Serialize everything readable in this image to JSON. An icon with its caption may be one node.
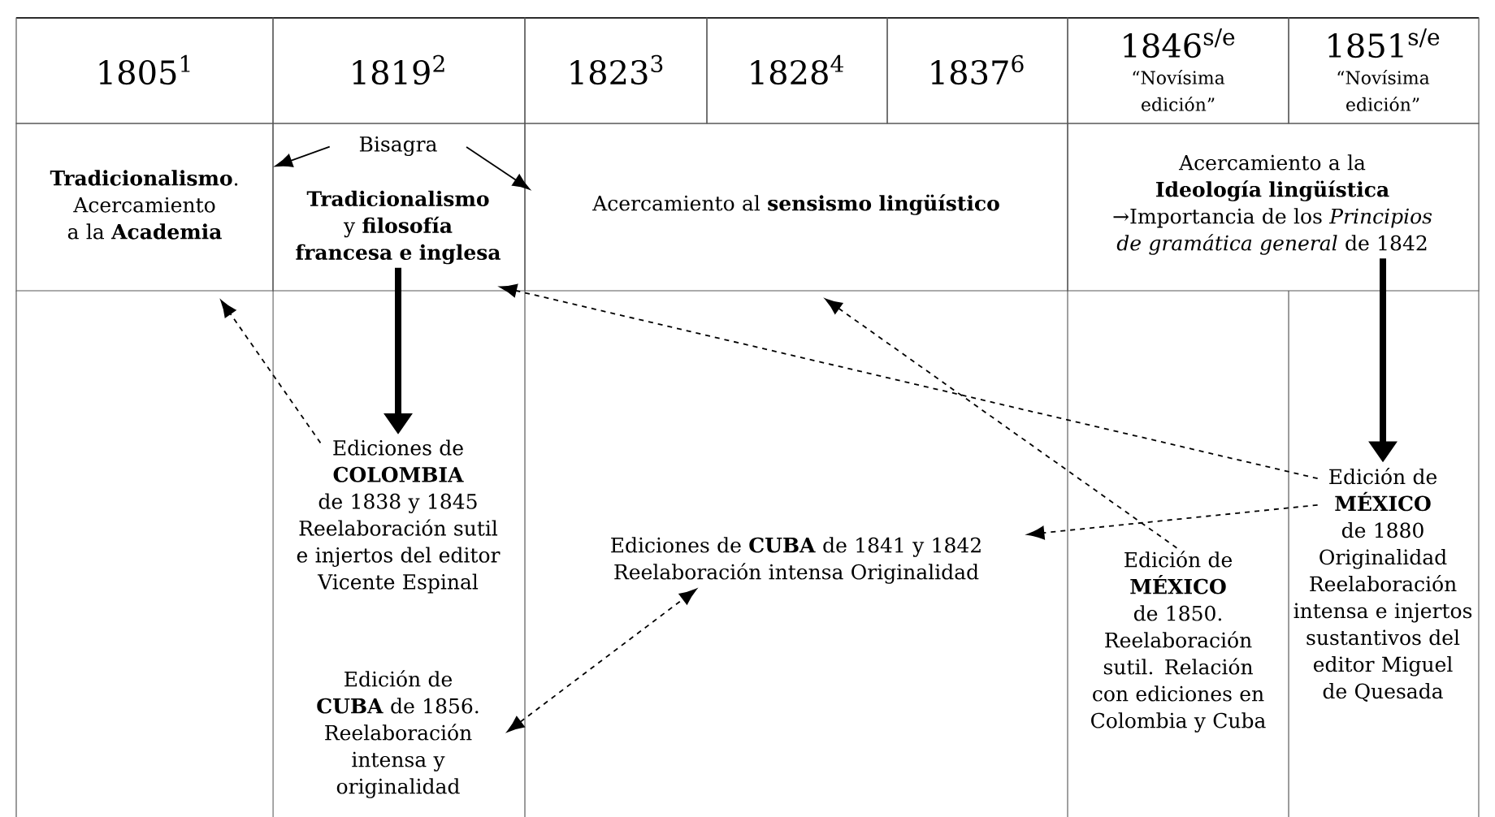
{
  "diagram": {
    "nodes": [
      {
        "text": [
          "1805$^{1}$"
        ]
      },
      {
        "text": [
          "1819$^{2}$"
        ]
      },
      {
        "text": [
          "1823$^{3}$"
        ]
      },
      {
        "text": [
          "1828$^{4}$"
        ]
      },
      {
        "text": [
          "1837$^{6}$"
        ]
      },
      {
        "text": [
          "1846$^{s/e}$",
          "“Novísima edición”"
        ]
      },
      {
        "text": [
          "1851$^{s/e}$",
          "“Novísima edición”"
        ]
      },
      {
        "text": [
          "**Tradicionalismo**. Acercamiento a la **Academia**"
        ]
      },
      {
        "text": [
          "**Tradicionalismo** y **filosofía francesa e inglesa**"
        ]
      },
      {
        "text": [
          "Bisagra"
        ],
        "in": 8
      },
      {
        "text": [
          "Acercamiento al **sensismo lingüístico**"
        ]
      },
      {
        "text": [
          "Acercamiento a la **Ideología lingüística**",
          "→Importancia de los *Principios de gramática general* de 1842"
        ]
      },
      {
        "text": [
          "Ediciones de **COLOMBIA** de 1838 y 1845 Reelaboración sutil e injertos del editor Vicente Espinal"
        ]
      },
      {
        "text": [
          "Edición de **CUBA** de 1856. Reelaboración intensa y originalidad"
        ]
      },
      {
        "text": [
          "Ediciones de **CUBA** de 1841 y 1842 Reelaboración intensa Originalidad"
        ]
      },
      {
        "text": [
          "Edición de **MÉXICO** de 1850. Reelaboración sutil. Relación con ediciones en Colombia y Cuba"
        ]
      },
      {
        "text": [
          "Edición de **MÉXICO** de 1880 Originalidad Reelaboración intensa e injertos sustantivos del editor Miguel de Quesada"
        ]
      }
    ],
    "edges": [
      {
        "from": 9,
        "to": 7,
        "arrow": "to"
      },
      {
        "from": 9,
        "to": 10,
        "arrow": "to"
      },
      {
        "from": 8,
        "to": 12,
        "arrow": "to",
        "style": "thick"
      },
      {
        "from": 11,
        "to": 16,
        "arrow": "to",
        "style": "thick"
      },
      {
        "from": 12,
        "to": 7,
        "arrow": "to",
        "style": "dashed"
      },
      {
        "from": 16,
        "to": 8,
        "arrow": "to",
        "style": "dashed"
      },
      {
        "from": 16,
        "to": 14,
        "arrow": "to",
        "style": "dashed"
      },
      {
        "from": 15,
        "to": 10,
        "arrow": "to",
        "style": "dashed"
      },
      {
        "from": 13,
        "to": 14,
        "arrow": "both",
        "style": "dashed"
      }
    ]
  }
}
